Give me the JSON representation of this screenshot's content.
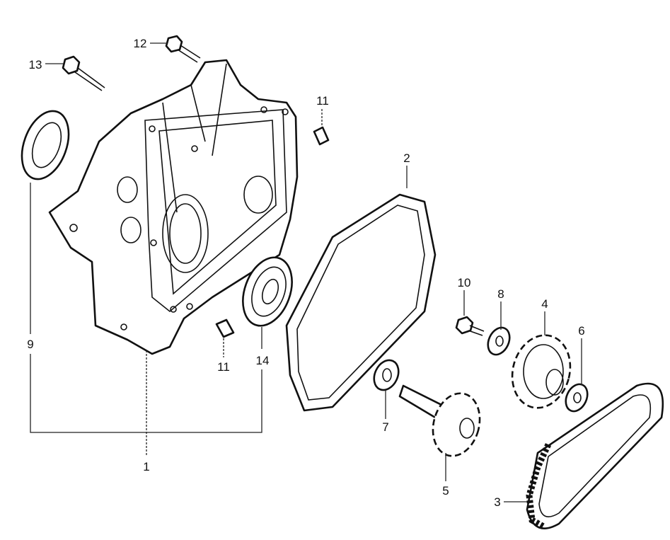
{
  "diagram": {
    "type": "exploded parts diagram",
    "callouts": {
      "case_cover": "1",
      "gasket": "2",
      "chain": "3",
      "driven_sprocket": "4",
      "drive_shaft_sprocket": "5",
      "washer_6": "6",
      "washer_7": "7",
      "washer_8": "8",
      "oil_seal": "9",
      "bolt_10": "10",
      "dowel_pin_top": "11",
      "dowel_pin_bottom": "11",
      "bolt_12": "12",
      "bolt_13": "13",
      "bearing": "14"
    }
  }
}
